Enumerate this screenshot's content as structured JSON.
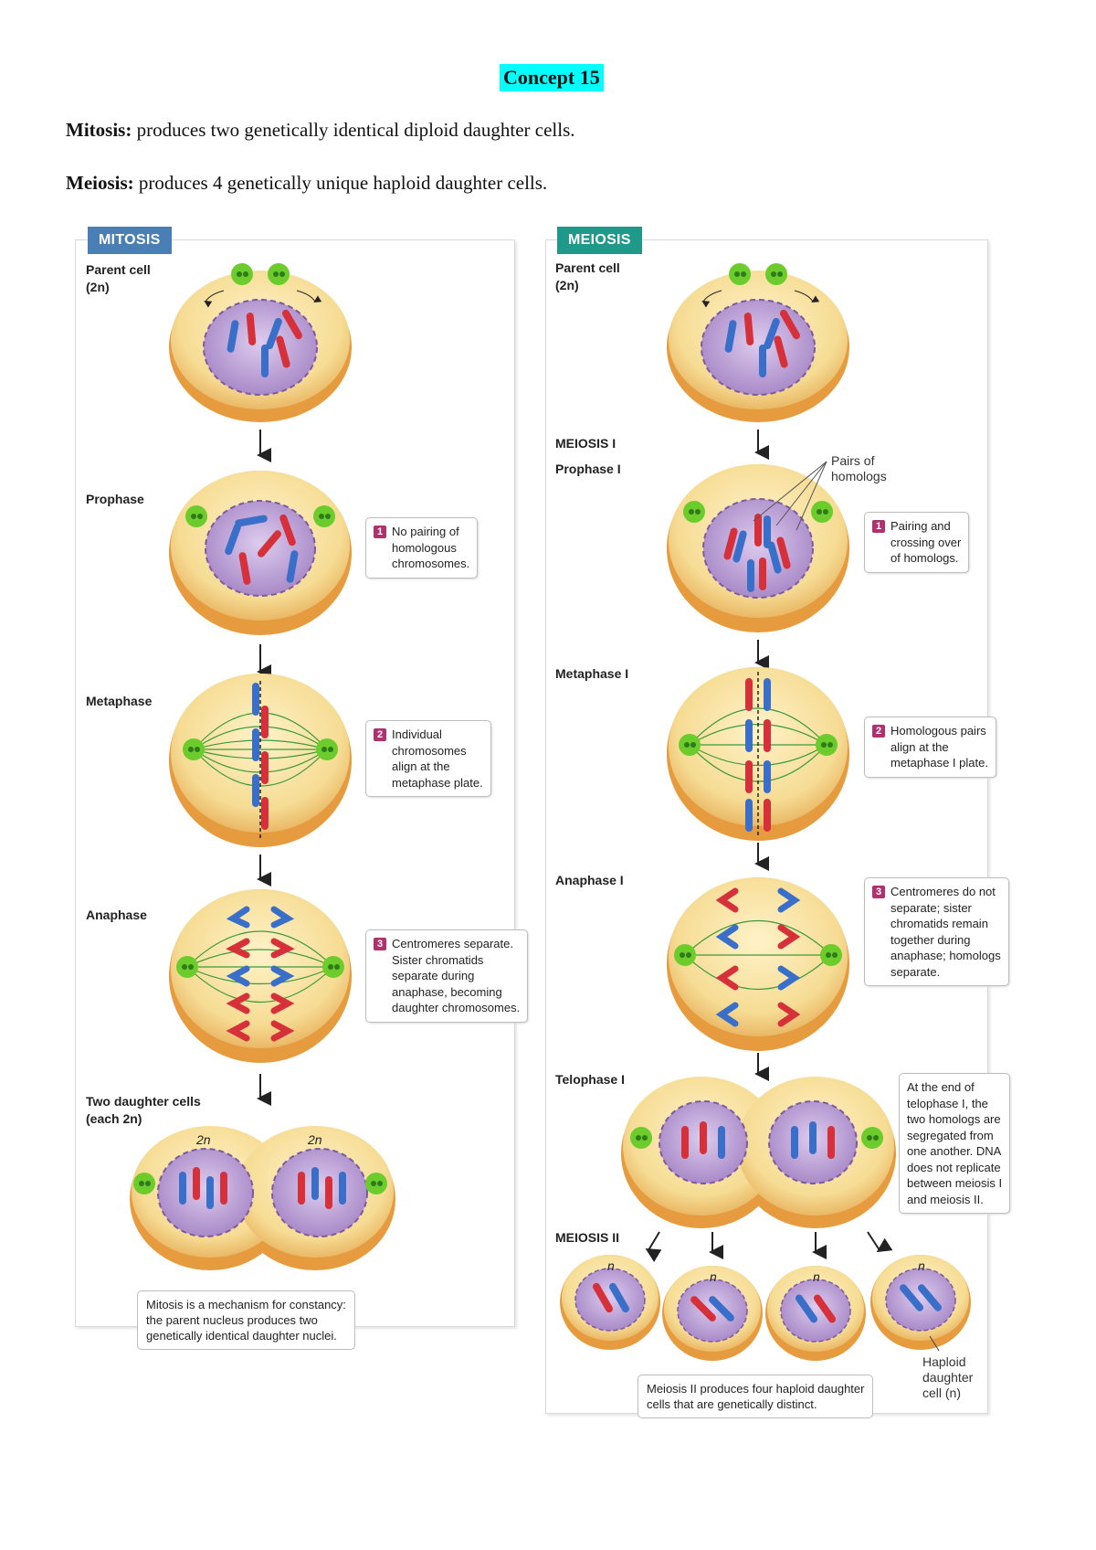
{
  "heading": "Concept 15",
  "definitions": [
    {
      "term": "Mitosis:",
      "text": " produces two genetically identical diploid daughter cells."
    },
    {
      "term": "Meiosis:",
      "text": " produces 4 genetically unique haploid daughter cells."
    }
  ],
  "mitosis": {
    "tab": "MITOSIS",
    "parent": "Parent cell\n(2n)",
    "stages": [
      "Prophase",
      "Metaphase",
      "Anaphase",
      "Two daughter cells\n(each 2n)"
    ],
    "notes": [
      {
        "num": "1",
        "text": "No pairing of\nhomologous\nchromosomes."
      },
      {
        "num": "2",
        "text": "Individual\nchromosomes\nalign at the\nmetaphase plate."
      },
      {
        "num": "3",
        "text": "Centromeres separate.\nSister chromatids\nseparate during\nanaphase, becoming\ndaughter chromosomes."
      }
    ],
    "ploidy": [
      "2n",
      "2n"
    ],
    "footer": "Mitosis is a mechanism for constancy:\nthe parent nucleus produces two\ngenetically identical daughter nuclei."
  },
  "meiosis": {
    "tab": "MEIOSIS",
    "parent": "Parent cell\n(2n)",
    "meiosis1": "MEIOSIS I",
    "stages": [
      "Prophase I",
      "Metaphase I",
      "Anaphase I",
      "Telophase I"
    ],
    "meiosis2": "MEIOSIS II",
    "pairs_label": "Pairs of\nhomologs",
    "notes": [
      {
        "num": "1",
        "text": "Pairing and\ncrossing over\nof homologs."
      },
      {
        "num": "2",
        "text": "Homologous pairs\nalign at the\nmetaphase I plate."
      },
      {
        "num": "3",
        "text": "Centromeres do not\nseparate; sister\nchromatids remain\ntogether during\nanaphase; homologs\nseparate."
      }
    ],
    "telophase_note": "At the end of\ntelophase I, the\ntwo homologs are\nsegregated from\none another. DNA\ndoes not replicate\nbetween meiosis I\nand meiosis II.",
    "ploidy": [
      "n",
      "n",
      "n",
      "n"
    ],
    "haploid_label": "Haploid\ndaughter\ncell (n)",
    "footer": "Meiosis II produces four haploid daughter\ncells that are genetically distinct."
  },
  "colors": {
    "mitosis_tab": "#4a7fb5",
    "meiosis_tab": "#1f9a8a",
    "maternal": "#d6303a",
    "paternal": "#3a6fc9",
    "cytoplasm": "#f6dc94",
    "cell_rim": "#eaa04a",
    "nucleus": "#b79ad4",
    "spindle": "#3c9a3c",
    "centrosome": "#6ccc2c",
    "badge": "#b2306e"
  }
}
